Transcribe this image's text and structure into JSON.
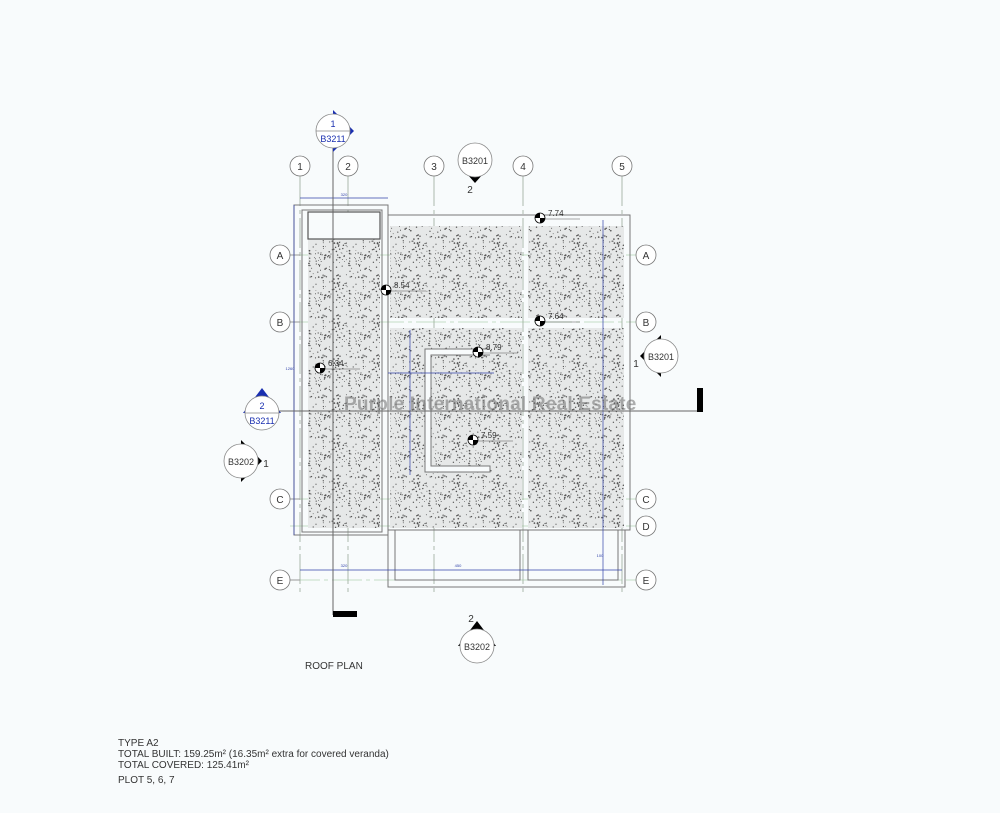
{
  "drawing": {
    "title": "ROOF PLAN",
    "watermark": "Purple International Real Estate",
    "grid_columns": [
      "1",
      "2",
      "3",
      "4",
      "5"
    ],
    "grid_rows_left": [
      "A",
      "B",
      "C",
      "E"
    ],
    "grid_rows_right": [
      "A",
      "B",
      "C",
      "D",
      "E"
    ],
    "section_markers": [
      {
        "id": "top-b3211",
        "num": "1",
        "ref": "B3211",
        "color": "#1a2fb0"
      },
      {
        "id": "left-b3211",
        "num": "2",
        "ref": "B3211",
        "color": "#1a2fb0"
      },
      {
        "id": "top-b3201",
        "num": "2",
        "ref": "B3201",
        "color": "#000000"
      },
      {
        "id": "right-b3201",
        "num": "1",
        "ref": "B3201",
        "color": "#000000"
      },
      {
        "id": "left-b3202",
        "num": "1",
        "ref": "B3202",
        "color": "#000000"
      },
      {
        "id": "bottom-b3202",
        "num": "2",
        "ref": "B3202",
        "color": "#000000"
      }
    ],
    "spot_levels": [
      "7.74",
      "8.54",
      "7.64",
      "8.79",
      "6.34",
      "7.59"
    ],
    "dimensions": [
      "320",
      "320",
      "450",
      "100",
      "1260"
    ]
  },
  "notes": {
    "type": "TYPE A2",
    "total_built": "TOTAL BUILT: 159.25m² (16.35m² extra for covered veranda)",
    "total_covered": "TOTAL COVERED: 125.41m²",
    "plot": "PLOT 5, 6, 7"
  }
}
